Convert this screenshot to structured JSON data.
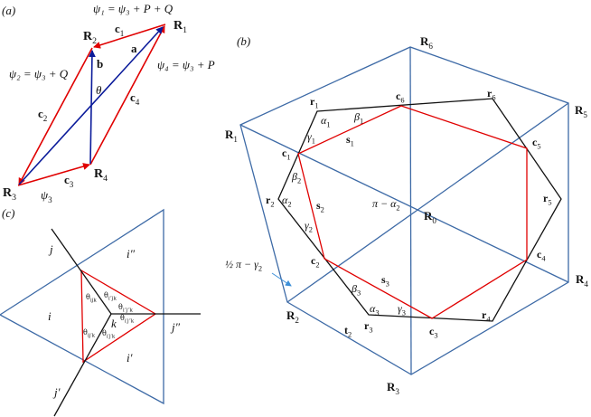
{
  "colors": {
    "frame": "#3d6aa6",
    "red": "#e00000",
    "vector_blue": "#0a1a9a",
    "black": "#111111"
  },
  "panel_a": {
    "tag": "(a)",
    "labels": {
      "R1": {
        "b": "R",
        "s": "1"
      },
      "R2": {
        "b": "R",
        "s": "2"
      },
      "R3": {
        "b": "R",
        "s": "3"
      },
      "R4": {
        "b": "R",
        "s": "4"
      },
      "c1": {
        "b": "c",
        "s": "1"
      },
      "c2": {
        "b": "c",
        "s": "2"
      },
      "c3": {
        "b": "c",
        "s": "3"
      },
      "c4": {
        "b": "c",
        "s": "4"
      },
      "a": {
        "b": "a",
        "s": ""
      },
      "b": {
        "b": "b",
        "s": ""
      },
      "theta": {
        "b": "θ",
        "s": ""
      },
      "psi3": {
        "b": "ψ",
        "s": "3"
      }
    },
    "formulas": {
      "psi1": "ψ₁ = ψ₃ + P + Q",
      "psi2": "ψ₂ = ψ₃ + Q",
      "psi4": "ψ₄ = ψ₃ + P"
    }
  },
  "panel_b": {
    "tag": "(b)",
    "labels": {
      "R0": {
        "b": "R",
        "s": "0"
      },
      "R1": {
        "b": "R",
        "s": "1"
      },
      "R2": {
        "b": "R",
        "s": "2"
      },
      "R3": {
        "b": "R",
        "s": "3"
      },
      "R4": {
        "b": "R",
        "s": "4"
      },
      "R5": {
        "b": "R",
        "s": "5"
      },
      "R6": {
        "b": "R",
        "s": "6"
      },
      "r1": {
        "b": "r",
        "s": "1"
      },
      "r2": {
        "b": "r",
        "s": "2"
      },
      "r3": {
        "b": "r",
        "s": "3"
      },
      "r4": {
        "b": "r",
        "s": "4"
      },
      "r5": {
        "b": "r",
        "s": "5"
      },
      "r6": {
        "b": "r",
        "s": "6"
      },
      "c1": {
        "b": "c",
        "s": "1"
      },
      "c2": {
        "b": "c",
        "s": "2"
      },
      "c3": {
        "b": "c",
        "s": "3"
      },
      "c4": {
        "b": "c",
        "s": "4"
      },
      "c5": {
        "b": "c",
        "s": "5"
      },
      "c6": {
        "b": "c",
        "s": "6"
      },
      "s1": {
        "b": "s",
        "s": "1"
      },
      "s2": {
        "b": "s",
        "s": "2"
      },
      "s3": {
        "b": "s",
        "s": "3"
      },
      "t2": {
        "b": "t",
        "s": "2"
      },
      "alpha1": {
        "b": "α",
        "s": "1"
      },
      "beta1": {
        "b": "β",
        "s": "1"
      },
      "gamma1": {
        "b": "γ",
        "s": "1"
      },
      "alpha2": {
        "b": "α",
        "s": "2"
      },
      "beta2": {
        "b": "β",
        "s": "2"
      },
      "gamma2": {
        "b": "γ",
        "s": "2"
      },
      "alpha3": {
        "b": "α",
        "s": "3"
      },
      "beta3": {
        "b": "β",
        "s": "3"
      },
      "gamma3": {
        "b": "γ",
        "s": "3"
      },
      "pi_minus_alpha2": {
        "b": "π − α",
        "s": "2"
      },
      "half_pi_minus_gamma2": {
        "b": "½ π − γ",
        "s": "2"
      }
    }
  },
  "panel_c": {
    "tag": "(c)",
    "labels": {
      "j": {
        "b": "j",
        "s": ""
      },
      "j_prime": {
        "b": "j′",
        "s": ""
      },
      "j_dprime": {
        "b": "j″",
        "s": ""
      },
      "i": {
        "b": "i",
        "s": ""
      },
      "i_prime": {
        "b": "i′",
        "s": ""
      },
      "i_dprime": {
        "b": "i″",
        "s": ""
      },
      "k": {
        "b": "k",
        "s": ""
      },
      "th_ijk": {
        "b": "θ",
        "s": "ijk"
      },
      "th_idjk": {
        "b": "θ",
        "s": "i″jk"
      },
      "th_idjdk": {
        "b": "θ",
        "s": "i″j″k"
      },
      "th_ipjdk": {
        "b": "θ",
        "s": "i′j″k"
      },
      "th_ijpk": {
        "b": "θ",
        "s": "ij′k"
      },
      "th_ipjpk": {
        "b": "θ",
        "s": "i′j′k"
      }
    }
  }
}
